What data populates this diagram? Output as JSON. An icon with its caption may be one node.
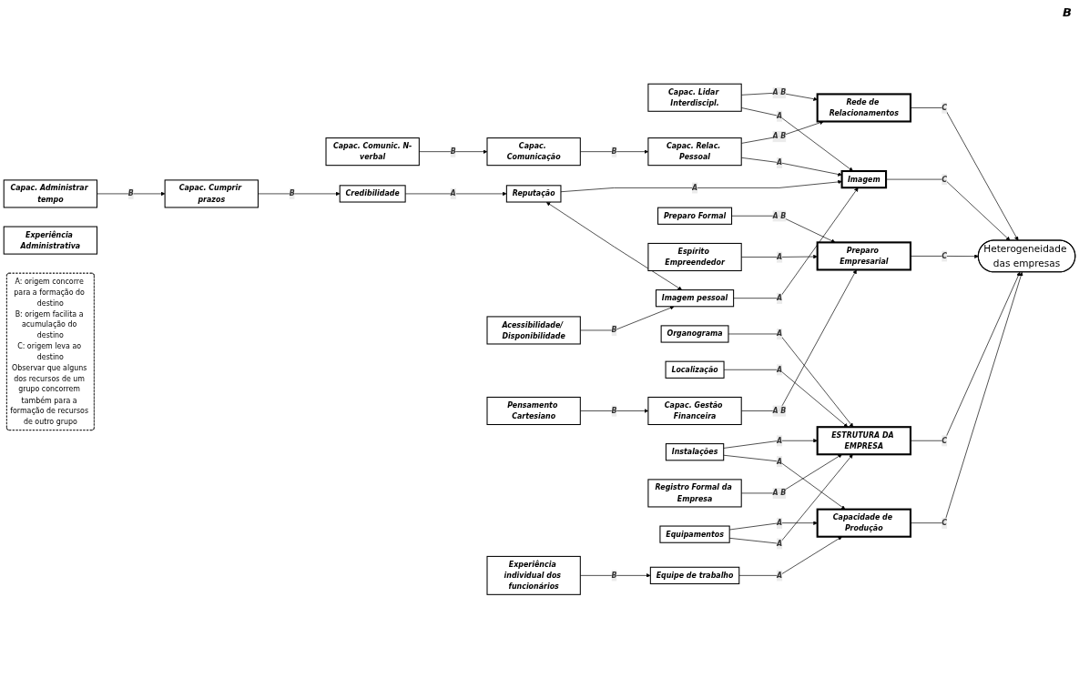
{
  "diagram": {
    "nodes": [
      {
        "text": [
          "Capac. Lidar Interdiscipl."
        ]
      },
      {
        "text": [
          "Rede de Relacionamentos"
        ]
      },
      {
        "text": [
          "Capac. Relac. Pessoal"
        ]
      },
      {
        "text": [
          "Capac. Comunicação"
        ]
      },
      {
        "text": [
          "Capac. Comunic. N-verbal"
        ]
      },
      {
        "text": [
          "Heterogeneidade das empresas"
        ]
      },
      {
        "text": [
          "Imagem"
        ]
      },
      {
        "text": [
          "Reputação"
        ]
      },
      {
        "text": [
          "Imagem pessoal"
        ]
      },
      {
        "text": [
          "Credibilidade"
        ]
      },
      {
        "text": [
          "Acessibilidade/ Disponibilidade"
        ]
      },
      {
        "text": [
          "Capac. Cumprir prazos"
        ]
      },
      {
        "text": [
          "Capac. Administrar tempo"
        ]
      },
      {
        "text": [
          "Preparo Empresarial"
        ]
      },
      {
        "text": [
          "Preparo Formal"
        ]
      },
      {
        "text": [
          "Espírito Empreendedor"
        ]
      },
      {
        "text": [
          "Capac. Gestão Financeira"
        ]
      },
      {
        "text": [
          "Experiência Administrativa"
        ]
      },
      {
        "text": [
          "Pensamento Cartesiano"
        ]
      },
      {
        "text": [
          "Capacidade de Produção"
        ]
      },
      {
        "text": [
          "ESTRUTURA DA EMPRESA"
        ]
      },
      {
        "text": [
          "Localização"
        ]
      },
      {
        "text": [
          "Equipe de trabalho"
        ]
      },
      {
        "text": [
          "Instalações"
        ]
      },
      {
        "text": [
          "Registro Formal da Empresa"
        ]
      },
      {
        "text": [
          "Experiência individual dos funcionários"
        ]
      },
      {
        "text": [
          "Equipamentos"
        ]
      },
      {
        "text": [
          "Organograma"
        ]
      },
      {
        "text": [
          "A: origem concorre para a formação do destino",
          "B: origem facilita a acumulação do destino",
          "C: origem leva ao destino",
          "Observar que alguns dos recursos de um grupo concorrem também para a formação de recursos de outro grupo"
        ]
      }
    ],
    "edges": [
      {
        "from": 0,
        "to": 1,
        "arrow": "to",
        "label": "A B"
      },
      {
        "from": 2,
        "to": 1,
        "arrow": "to",
        "label": "A B"
      },
      {
        "from": 0,
        "to": 6,
        "arrow": "to",
        "label": "A"
      },
      {
        "from": 2,
        "to": 6,
        "arrow": "to",
        "label": "A"
      },
      {
        "from": 3,
        "to": 2,
        "arrow": "to",
        "label": "B"
      },
      {
        "from": 4,
        "to": 3,
        "arrow": "to",
        "label": "B"
      },
      {
        "from": 1,
        "to": 5,
        "arrow": "to",
        "label": "C"
      },
      {
        "from": 6,
        "to": 5,
        "arrow": "to",
        "label": "C"
      },
      {
        "from": 7,
        "to": 6,
        "arrow": "to",
        "label": "A"
      },
      {
        "from": 8,
        "to": 6,
        "arrow": "to",
        "label": "A"
      },
      {
        "from": 7,
        "to": 8,
        "arrow": "both"
      },
      {
        "from": 9,
        "to": 7,
        "arrow": "to",
        "label": "A"
      },
      {
        "from": 10,
        "to": 8,
        "arrow": "to",
        "label": "B"
      },
      {
        "from": 11,
        "to": 9,
        "arrow": "to",
        "label": "B"
      },
      {
        "from": 12,
        "to": 11,
        "arrow": "to",
        "label": "B"
      },
      {
        "from": 13,
        "to": 5,
        "arrow": "to",
        "label": "C"
      },
      {
        "from": 14,
        "to": 13,
        "arrow": "to",
        "label": "A B"
      },
      {
        "from": 16,
        "to": 13,
        "arrow": "to",
        "label": "A B"
      },
      {
        "from": 15,
        "to": 13,
        "arrow": "to",
        "label": "A"
      },
      {
        "from": 18,
        "to": 16,
        "arrow": "to",
        "label": "B"
      },
      {
        "from": 19,
        "to": 5,
        "arrow": "to",
        "label": "C"
      },
      {
        "from": 20,
        "to": 5,
        "arrow": "to",
        "label": "C"
      },
      {
        "from": 21,
        "to": 20,
        "arrow": "to",
        "label": "A"
      },
      {
        "from": 24,
        "to": 20,
        "arrow": "to",
        "label": "A B"
      },
      {
        "from": 27,
        "to": 20,
        "arrow": "to",
        "label": "A"
      },
      {
        "from": 23,
        "to": 20,
        "arrow": "to",
        "label": "A"
      },
      {
        "from": 23,
        "to": 19,
        "arrow": "to",
        "label": "A"
      },
      {
        "from": 26,
        "to": 19,
        "arrow": "to",
        "label": "A"
      },
      {
        "from": 26,
        "to": 20,
        "arrow": "to",
        "label": "A"
      },
      {
        "from": 22,
        "to": 19,
        "arrow": "to",
        "label": "A"
      },
      {
        "from": 25,
        "to": 22,
        "arrow": "to",
        "label": "B"
      }
    ],
    "labels": [
      "B"
    ]
  }
}
